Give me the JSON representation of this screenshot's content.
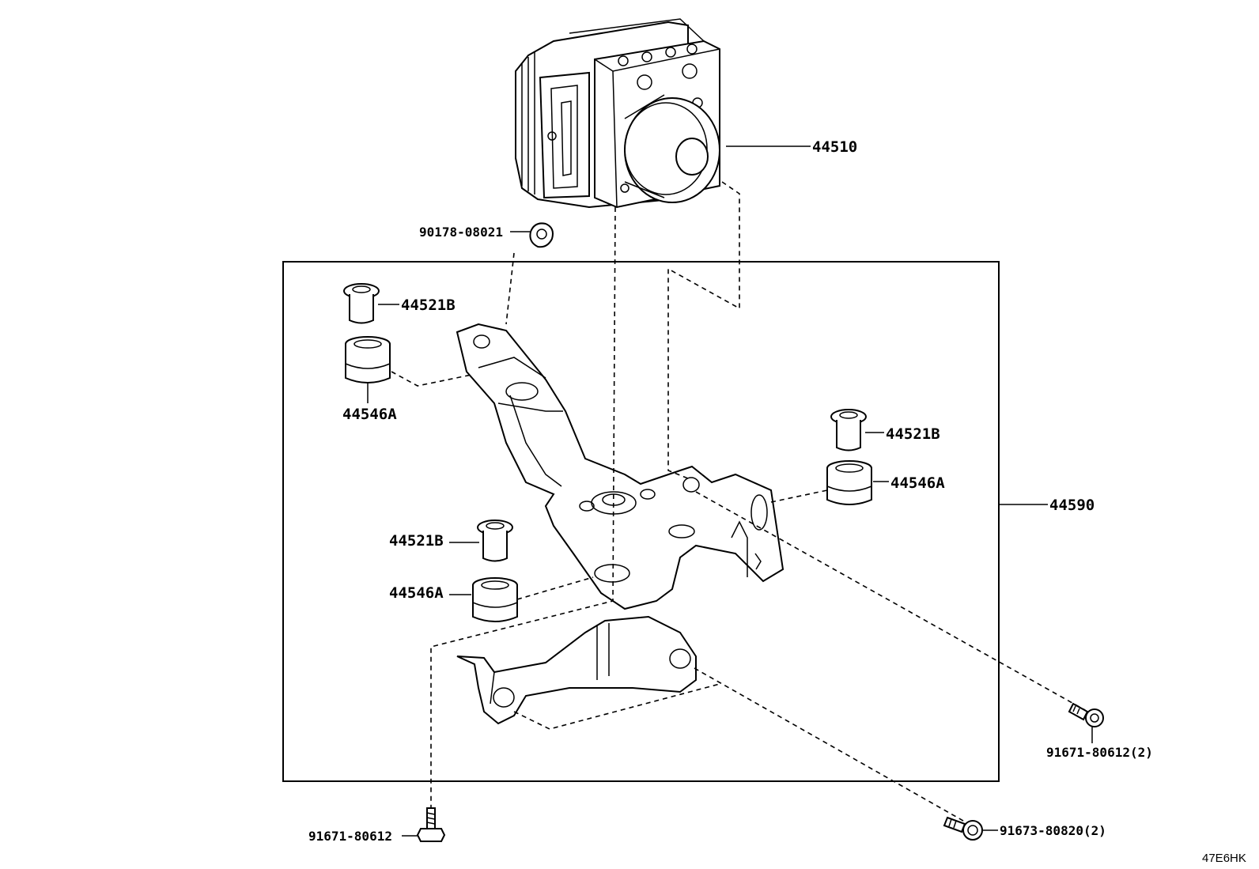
{
  "labels": {
    "abs_actuator": "44510",
    "nut_top": "90178-08021",
    "cushion_upper_left": "44521B",
    "bushing_upper_left": "44546A",
    "cushion_right": "44521B",
    "bushing_right": "44546A",
    "cushion_lower": "44521B",
    "bushing_lower": "44546A",
    "bracket_assembly": "44590",
    "bolt_right": "91671-80612(2)",
    "bolt_bottom_left": "91671-80612",
    "bolt_bottom_right": "91673-80820(2)"
  },
  "diagram_code": "47E6HK"
}
